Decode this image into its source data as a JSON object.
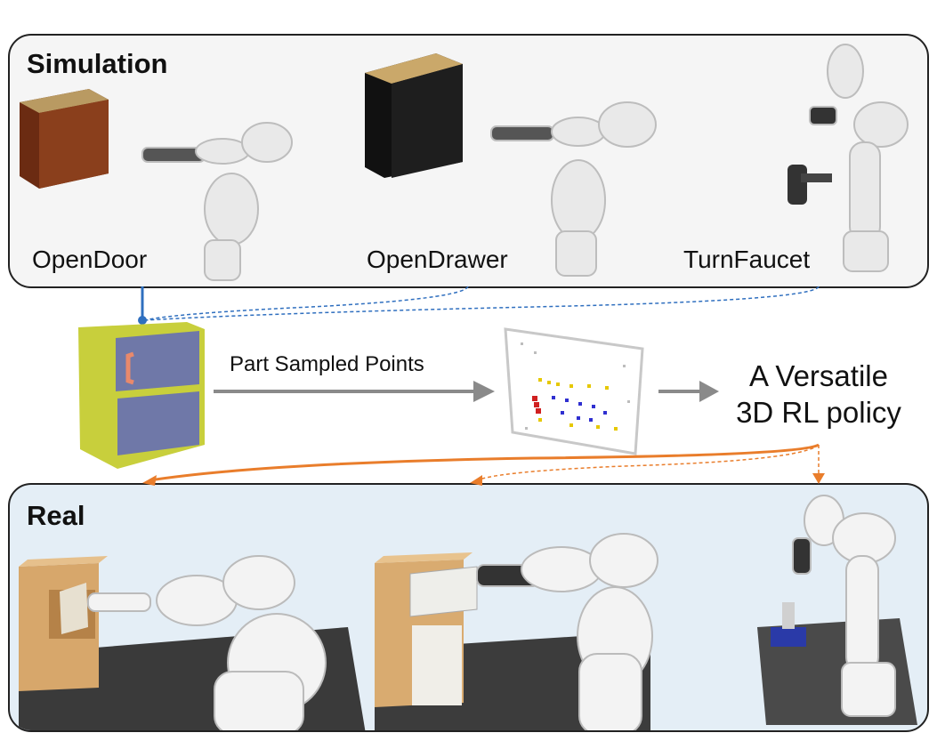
{
  "simulation": {
    "title": "Simulation",
    "tasks": [
      "OpenDoor",
      "OpenDrawer",
      "TurnFaucet"
    ]
  },
  "pipeline": {
    "arrow_label": "Part Sampled Points",
    "policy_label_line1": "A Versatile",
    "policy_label_line2": "3D RL policy"
  },
  "real": {
    "title": "Real"
  },
  "colors": {
    "sim_link": "#2f6fbf",
    "real_link": "#e97d2b",
    "arrow_gray": "#8a8a8a",
    "cabinet_frame": "#c8cf3c",
    "cabinet_panel": "#6f78a8"
  }
}
